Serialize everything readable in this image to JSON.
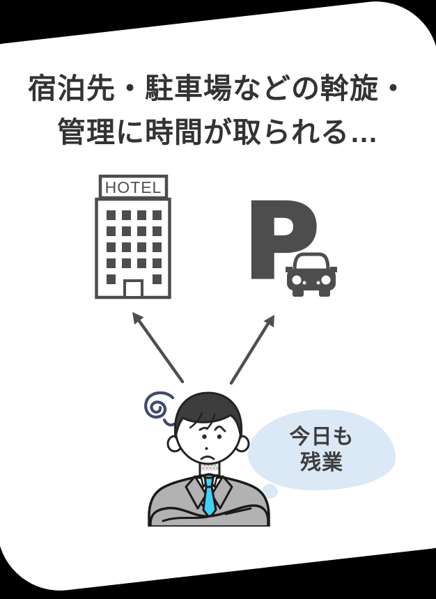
{
  "scene": {
    "background_color": "#000000",
    "card_color": "#ffffff",
    "card_rotation_deg": -6.5
  },
  "heading": {
    "line1": "宿泊先・駐車場などの斡旋・",
    "line2": "管理に時間が取られる…",
    "color": "#333333"
  },
  "hotel_icon": {
    "sign_label": "HOTEL",
    "color": "#4d4d4d",
    "window_rows": 5,
    "window_cols": 4
  },
  "parking_icon": {
    "label": "P",
    "color": "#4d4d4d"
  },
  "car_icon": {
    "color": "#4d4d4d"
  },
  "arrows": {
    "color": "#4f4f4f"
  },
  "squiggle_icon": {
    "color": "#3e4a6e"
  },
  "person": {
    "hair_color": "#3d3d3d",
    "suit_color": "#b2b2b2",
    "tie_color": "#3fd2f7",
    "outline_color": "#1a1a1a",
    "expression": "worried"
  },
  "speech_bubble": {
    "line1": "今日も",
    "line2": "残業",
    "background_color": "#dbe9f6",
    "text_color": "#3d3d3d"
  },
  "icons": {
    "hotel": "hotel-building-icon",
    "parking": "parking-p-icon",
    "car": "car-front-icon",
    "arrow_left": "arrow-up-left-icon",
    "arrow_right": "arrow-up-right-icon",
    "squiggle": "frustration-squiggle-icon",
    "person": "stressed-businessman-illustration",
    "bubble": "speech-bubble"
  }
}
